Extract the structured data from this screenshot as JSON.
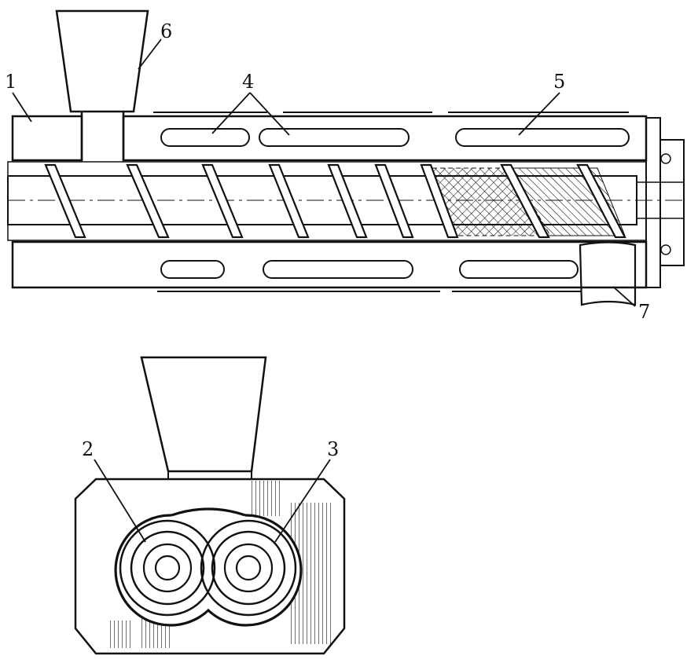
{
  "diagram": {
    "labels": [
      {
        "id": "1",
        "text": "1"
      },
      {
        "id": "2",
        "text": "2"
      },
      {
        "id": "3",
        "text": "3"
      },
      {
        "id": "4",
        "text": "4"
      },
      {
        "id": "5",
        "text": "5"
      },
      {
        "id": "6",
        "text": "6"
      },
      {
        "id": "7",
        "text": "7"
      }
    ]
  },
  "colors": {
    "line": "#111111",
    "background": "#ffffff"
  }
}
